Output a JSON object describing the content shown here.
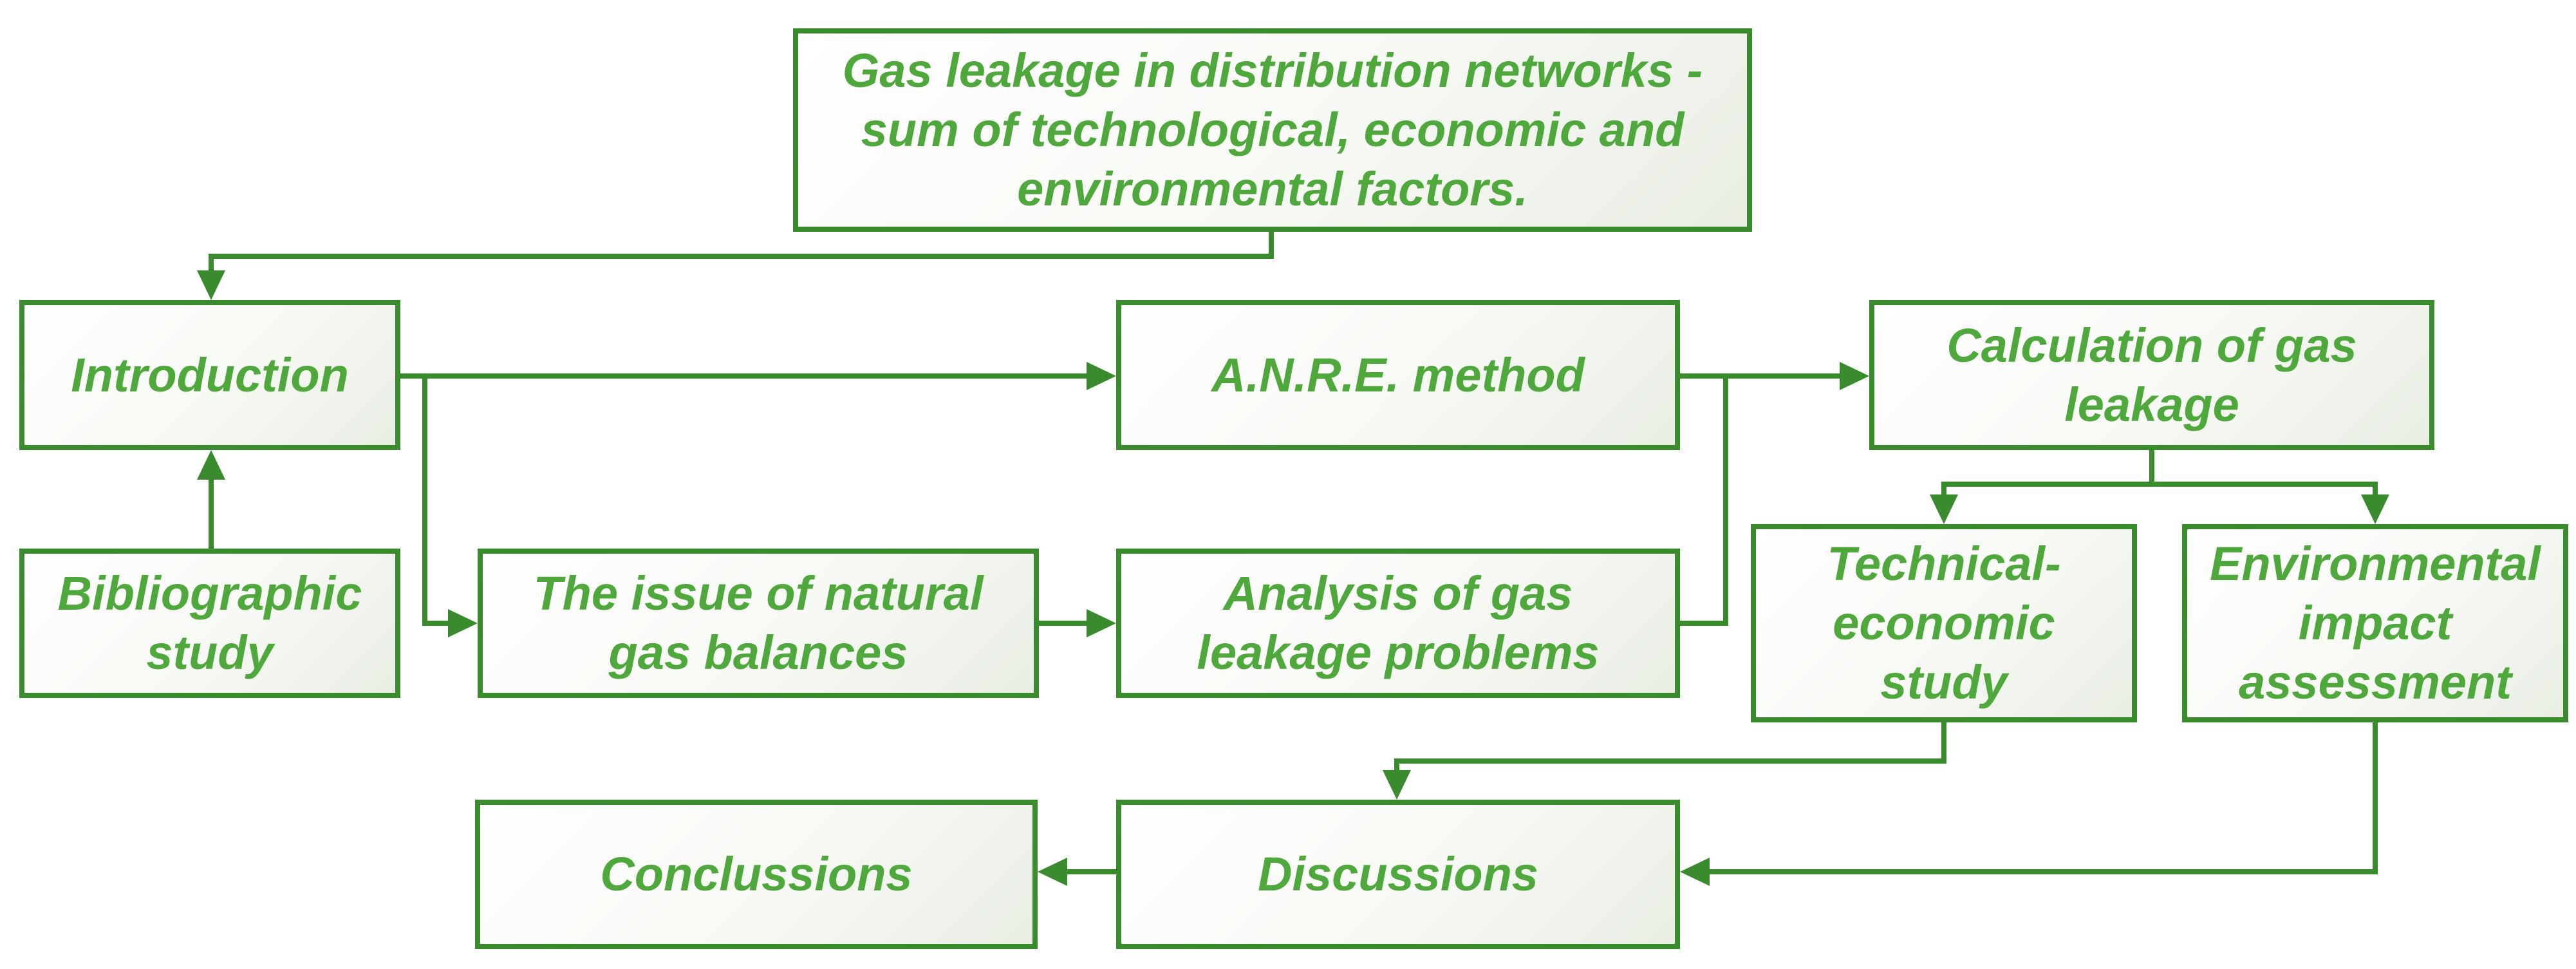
{
  "nodes": {
    "top": "Gas leakage in distribution networks -\nsum of technological, economic and\nenvironmental factors.",
    "introduction": "Introduction",
    "bibliographic": "Bibliographic\nstudy",
    "anre": "A.N.R.E. method",
    "calculation": "Calculation of gas\nleakage",
    "issue": "The issue of natural\ngas balances",
    "analysis": "Analysis of gas\nleakage problems",
    "technical": "Technical-\neconomic\nstudy",
    "environmental": "Environmental\nimpact\nassessment",
    "conclusions": "Conclussions",
    "discussions": "Discussions"
  },
  "colors": {
    "border": "#3a8a2e",
    "text": "#4fa83c",
    "fill": "#ffffff"
  }
}
